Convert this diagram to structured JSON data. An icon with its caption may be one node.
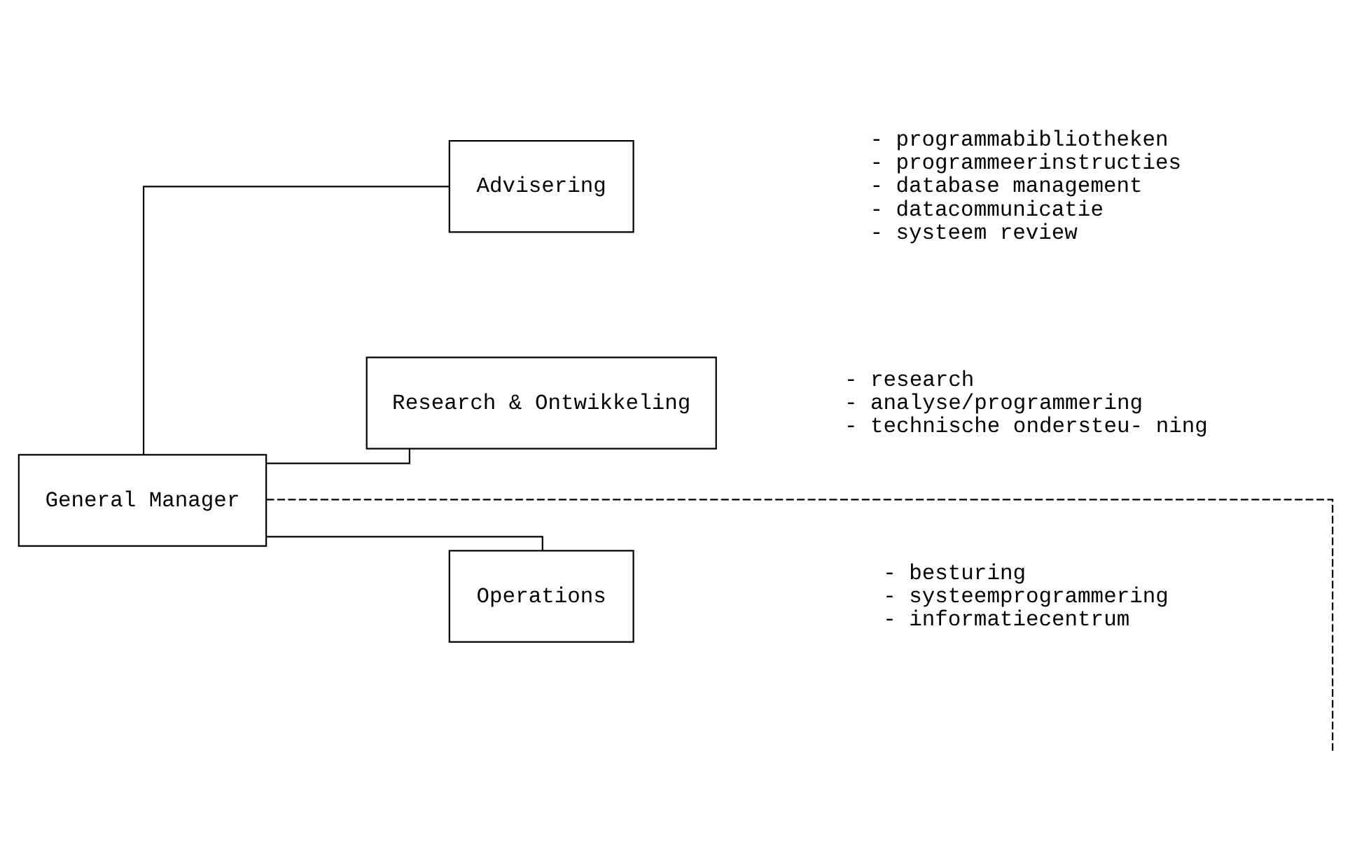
{
  "diagram": {
    "nodes": [
      {
        "text": [
          "General Manager"
        ]
      },
      {
        "text": [
          "Advisering"
        ],
        "beside": [
          "- programmabibliotheken",
          "- programmeerinstructies",
          "- database management",
          "- datacommunicatie",
          "- systeem review"
        ]
      },
      {
        "text": [
          "Research & Ontwikkeling"
        ],
        "beside": [
          "- research",
          "- analyse/programmering",
          "- technische ondersteu- ning"
        ]
      },
      {
        "text": [
          "Operations"
        ],
        "beside": [
          "- besturing",
          "- systeemprogrammering",
          "- informatiecentrum"
        ]
      }
    ],
    "edges": [
      {
        "from": 0,
        "to": 1,
        "arrow": "none"
      },
      {
        "from": 0,
        "to": null,
        "arrow": "none",
        "style": "dashed"
      },
      {
        "from": 0,
        "to": 2,
        "arrow": "none"
      },
      {
        "from": 0,
        "to": 3,
        "arrow": "none"
      }
    ]
  }
}
